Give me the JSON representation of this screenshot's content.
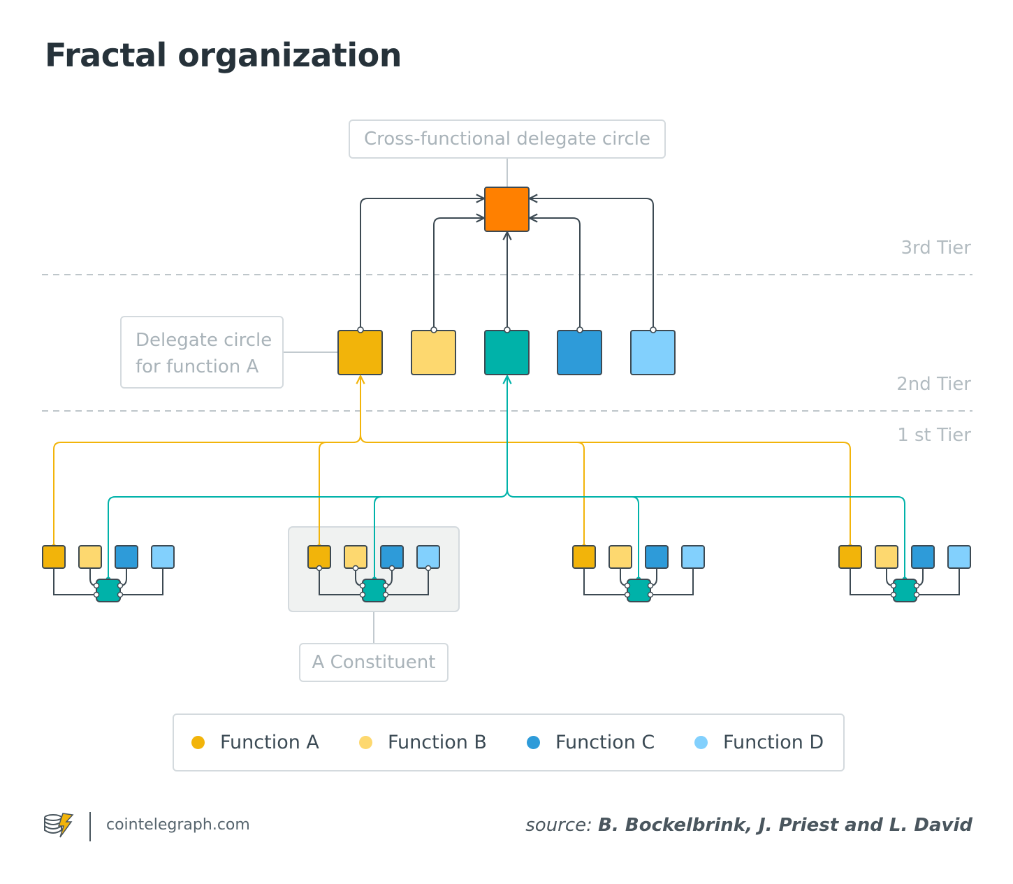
{
  "title": "Fractal organization",
  "labels": {
    "top_circle": "Cross-functional delegate circle",
    "delegate_line1": "Delegate circle",
    "delegate_line2": "for function A",
    "constituent": "A Constituent"
  },
  "tiers": {
    "third": "3rd Tier",
    "second": "2nd Tier",
    "first": "1 st Tier"
  },
  "legend": [
    {
      "label": "Function A",
      "color": "#f2b40a"
    },
    {
      "label": "Function B",
      "color": "#fdd86f"
    },
    {
      "label": "Function C",
      "color": "#2e9bd9"
    },
    {
      "label": "Function D",
      "color": "#82d0fd"
    }
  ],
  "colors": {
    "cross_functional": "#ff8000",
    "delegate_teal": "#00b2a9",
    "line_dark": "#3d4a53",
    "dashed": "#a9b3b9"
  },
  "footer": {
    "brand": "cointelegraph.com",
    "source_prefix": "source:",
    "source_authors": "B. Bockelbrink, J. Priest and L. David"
  }
}
